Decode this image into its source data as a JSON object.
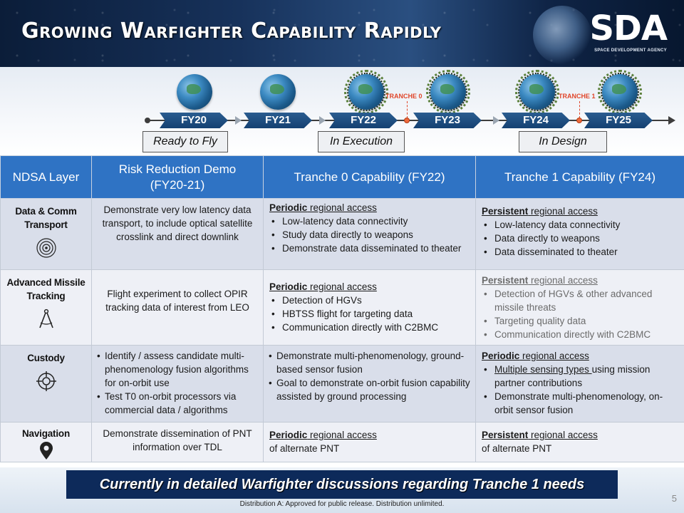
{
  "slide": {
    "title": "Growing Warfighter Capability Rapidly",
    "logo_text": "SDA",
    "logo_subtitle": "SPACE DEVELOPMENT AGENCY",
    "page_number": "5"
  },
  "timeline": {
    "years": [
      "FY20",
      "FY21",
      "FY22",
      "FY23",
      "FY24",
      "FY25"
    ],
    "tranche_markers": [
      "TRANCHE 0",
      "TRANCHE 1"
    ],
    "phases": [
      "Ready to Fly",
      "In Execution",
      "In Design"
    ]
  },
  "table": {
    "headers": [
      "NDSA Layer",
      "Risk Reduction Demo (FY20-21)",
      "Tranche 0 Capability (FY22)",
      "Tranche 1 Capability (FY24)"
    ],
    "rows": [
      {
        "layer": "Data & Comm Transport",
        "icon": "concentric-circles-icon",
        "demo": "Demonstrate very low latency data transport, to include optical satellite crosslink and direct downlink",
        "t0_head_kw": "Periodic",
        "t0_head_rest": " regional access",
        "t0_items": [
          "Low-latency data connectivity",
          "Study data directly to weapons",
          "Demonstrate data disseminated to theater"
        ],
        "t1_head_kw": "Persistent",
        "t1_head_rest": " regional access",
        "t1_items": [
          "Low-latency data connectivity",
          "Data directly to weapons",
          "Data disseminated to theater"
        ]
      },
      {
        "layer": "Advanced Missile Tracking",
        "icon": "compass-icon",
        "demo": "Flight experiment to collect OPIR tracking data of interest from LEO",
        "t0_head_kw": "Periodic",
        "t0_head_rest": " regional access",
        "t0_items": [
          "Detection of HGVs",
          "HBTSS flight for targeting data",
          "Communication directly with C2BMC"
        ],
        "t1_head_kw": "Persistent",
        "t1_head_rest": " regional access",
        "t1_items": [
          "Detection of HGVs & other advanced missile threats",
          "Targeting quality data",
          "Communication directly with C2BMC"
        ]
      },
      {
        "layer": "Custody",
        "icon": "crosshair-icon",
        "demo_items": [
          "Identify / assess candidate multi-phenomenology fusion algorithms for on-orbit use",
          "Test T0 on-orbit processors via commercial data / algorithms"
        ],
        "t0_items": [
          "Demonstrate multi-phenomenology, ground-based sensor fusion",
          "Goal to demonstrate on-orbit fusion capability assisted by ground processing"
        ],
        "t1_head_kw": "Periodic",
        "t1_head_rest": " regional access",
        "t1_items_first": "Multiple sensing types ",
        "t1_items_first_rest": "using mission partner contributions",
        "t1_items": [
          "Demonstrate multi-phenomenology, on-orbit sensor fusion"
        ]
      },
      {
        "layer": "Navigation",
        "icon": "map-pin-icon",
        "demo": "Demonstrate dissemination of PNT information over TDL",
        "t0_head_kw": "Periodic",
        "t0_head_rest": " regional access",
        "t0_tail": "of alternate PNT",
        "t1_head_kw": "Persistent",
        "t1_head_rest": " regional access",
        "t1_tail": "of alternate PNT"
      }
    ]
  },
  "banner": "Currently in detailed Warfighter discussions regarding Tranche 1 needs",
  "distribution": "Distribution A: Approved for public release. Distribution unlimited.",
  "colors": {
    "header_navy": "#0b1d39",
    "table_header_blue": "#2f73c4",
    "year_blue": "#154172",
    "tranche_red": "#e0462a",
    "banner_navy": "#0d2a5a"
  }
}
